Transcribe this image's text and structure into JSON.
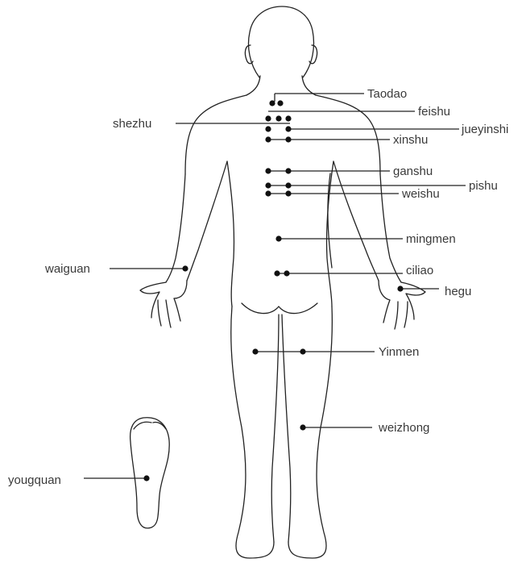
{
  "diagram": {
    "points": {
      "taodao": {
        "label": "Taodao"
      },
      "feishu": {
        "label": "feishu"
      },
      "shezhu": {
        "label": "shezhu"
      },
      "jueyinshi": {
        "label": "jueyinshi"
      },
      "xinshu": {
        "label": "xinshu"
      },
      "ganshu": {
        "label": "ganshu"
      },
      "pishu": {
        "label": "pishu"
      },
      "weishu": {
        "label": "weishu"
      },
      "mingmen": {
        "label": "mingmen"
      },
      "waiguan": {
        "label": "waiguan"
      },
      "ciliao": {
        "label": "ciliao"
      },
      "hegu": {
        "label": "hegu"
      },
      "yinmen": {
        "label": "Yinmen"
      },
      "weizhong": {
        "label": "weizhong"
      },
      "yougquan": {
        "label": "yougquan"
      }
    },
    "colors": {
      "line": "#222222",
      "dot": "#111111",
      "label": "#3a3a3a"
    }
  }
}
